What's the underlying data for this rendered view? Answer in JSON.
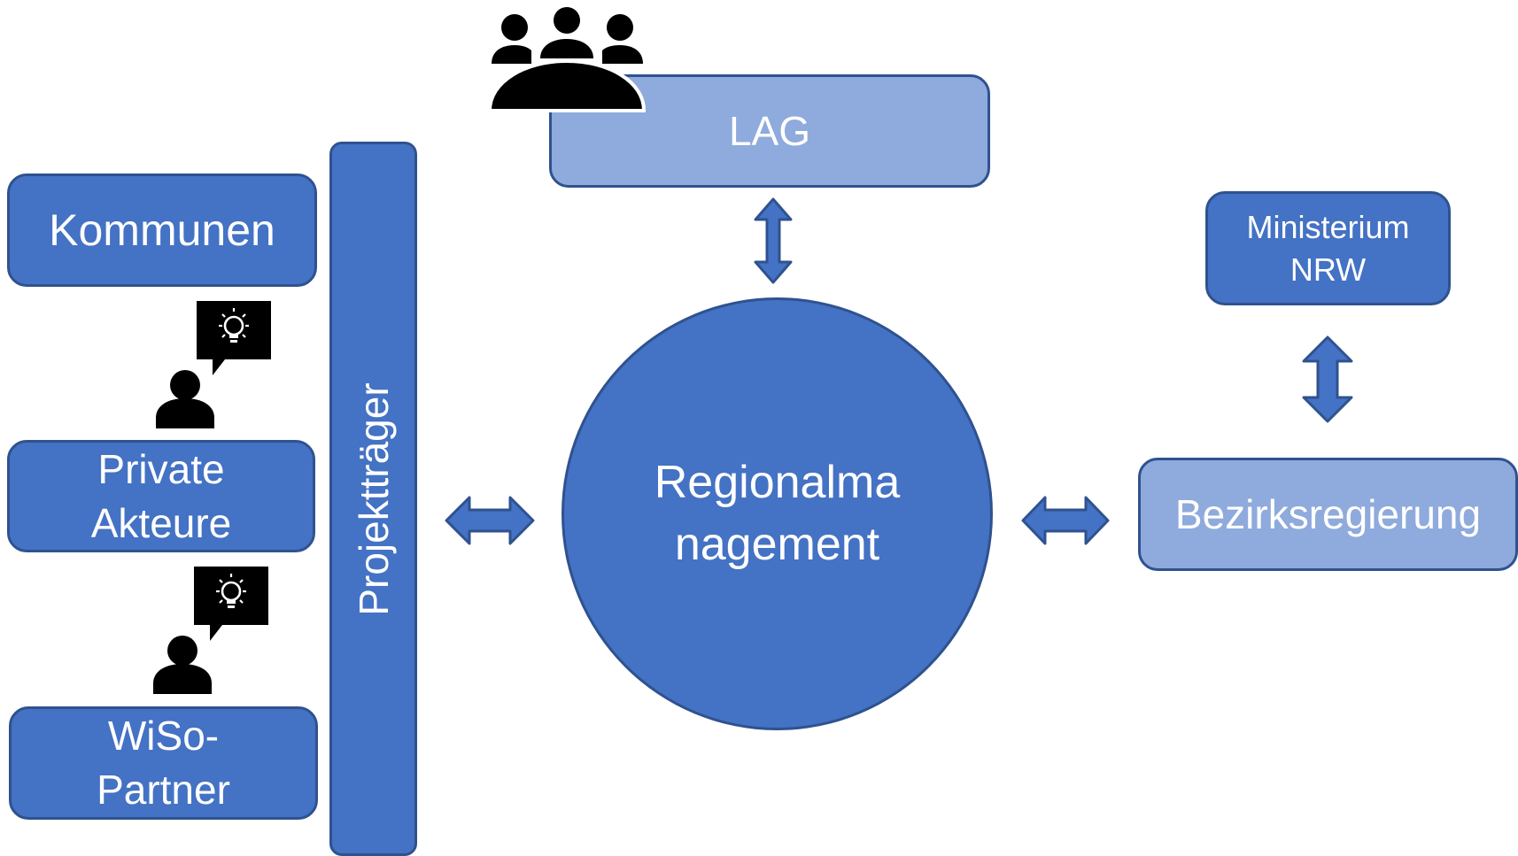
{
  "nodes": {
    "kommunen": "Kommunen",
    "private_akteure": "Private\nAkteure",
    "wiso_partner": "WiSo-\nPartner",
    "projekttraeger": "Projektträger",
    "lag": "LAG",
    "regionalmanagement": "Regionalma\nnagement",
    "ministerium": "Ministerium\nNRW",
    "bezirksregierung": "Bezirksregierung"
  },
  "icons": {
    "group": "group-of-people-icon",
    "idea_person": "person-with-idea-speech-bubble-icon",
    "arrow": "double-headed-arrow-icon"
  },
  "colors": {
    "dark_box": "#4472c4",
    "light_box": "#8faadc",
    "border": "#2f528f",
    "text": "#ffffff",
    "icon": "#000000"
  }
}
